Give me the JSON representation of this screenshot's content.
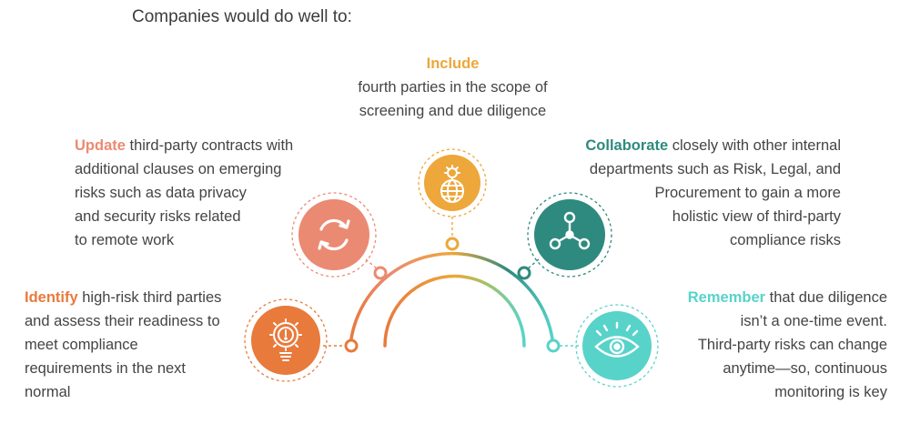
{
  "heading": "Companies would do well to:",
  "colors": {
    "identify": "#E87A3C",
    "update": "#EB8A72",
    "include": "#EDA73A",
    "collaborate": "#2E8A7E",
    "remember": "#58D3CA"
  },
  "items": {
    "include": {
      "keyword": "Include",
      "lines": [
        "fourth parties in the scope of",
        "screening and due diligence"
      ],
      "icon": "globe-gear-icon"
    },
    "update": {
      "keyword": "Update",
      "first_rest": " third-party contracts with",
      "lines": [
        "additional clauses on emerging",
        "risks such as data privacy",
        "and security risks related",
        "to remote work"
      ],
      "icon": "refresh-arrows-icon"
    },
    "collaborate": {
      "keyword": "Collaborate",
      "first_rest": " closely with other internal",
      "lines": [
        "departments such as Risk, Legal, and",
        "Procurement to gain a more",
        "holistic view of third-party",
        "compliance risks"
      ],
      "icon": "network-nodes-icon"
    },
    "identify": {
      "keyword": "Identify",
      "first_rest": " high-risk third parties",
      "lines": [
        "and assess their readiness to",
        "meet compliance",
        "requirements in the next",
        "normal"
      ],
      "icon": "gear-lightbulb-icon"
    },
    "remember": {
      "keyword": "Remember",
      "first_rest": " that due diligence",
      "lines": [
        "isn’t a one-time event.",
        "Third-party risks can change",
        "anytime—so, continuous",
        "monitoring is key"
      ],
      "icon": "eye-icon"
    }
  }
}
